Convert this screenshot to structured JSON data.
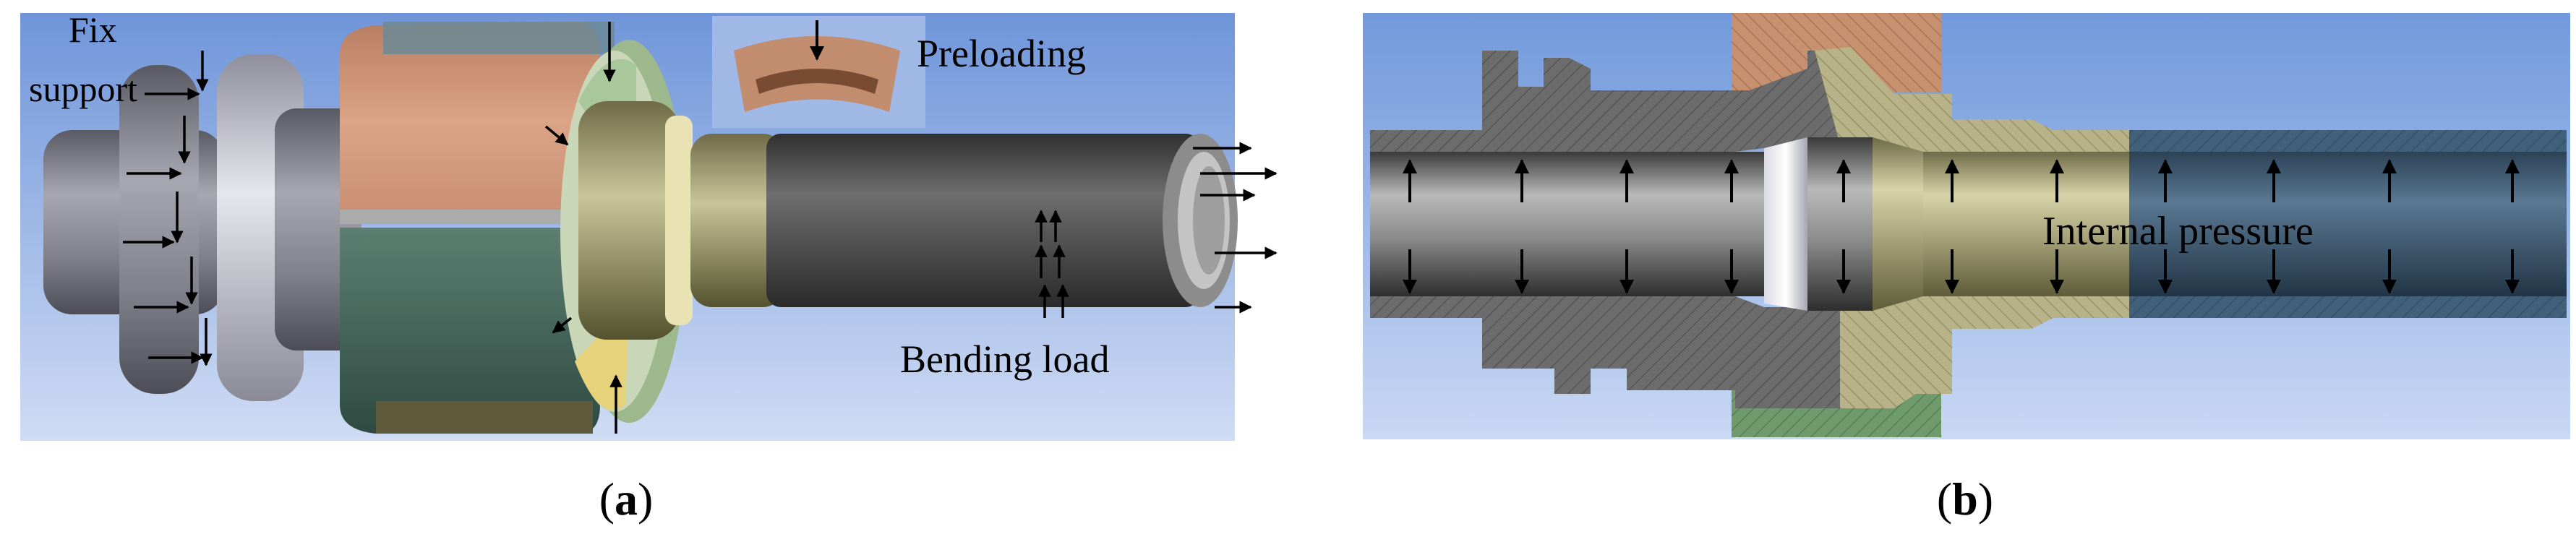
{
  "panel_a": {
    "labels": {
      "fix": "Fix",
      "support": "support",
      "preloading": "Preloading",
      "bending_load": "Bending load"
    },
    "caption_letter": "a"
  },
  "panel_b": {
    "labels": {
      "internal_pressure": "Internal pressure"
    },
    "caption_letter": "b"
  },
  "colors": {
    "sky_top": "#6f95d9",
    "sky_bottom": "#c7d7f3",
    "clamp_orange": "#d39a7a",
    "clamp_green": "#4f7266",
    "flange_olive": "#b5b085",
    "pipe_dark": "#4c4c4c",
    "section_gray": "#6a6a6a",
    "section_olive": "#b9b48a",
    "section_blue": "#3e5a72"
  }
}
